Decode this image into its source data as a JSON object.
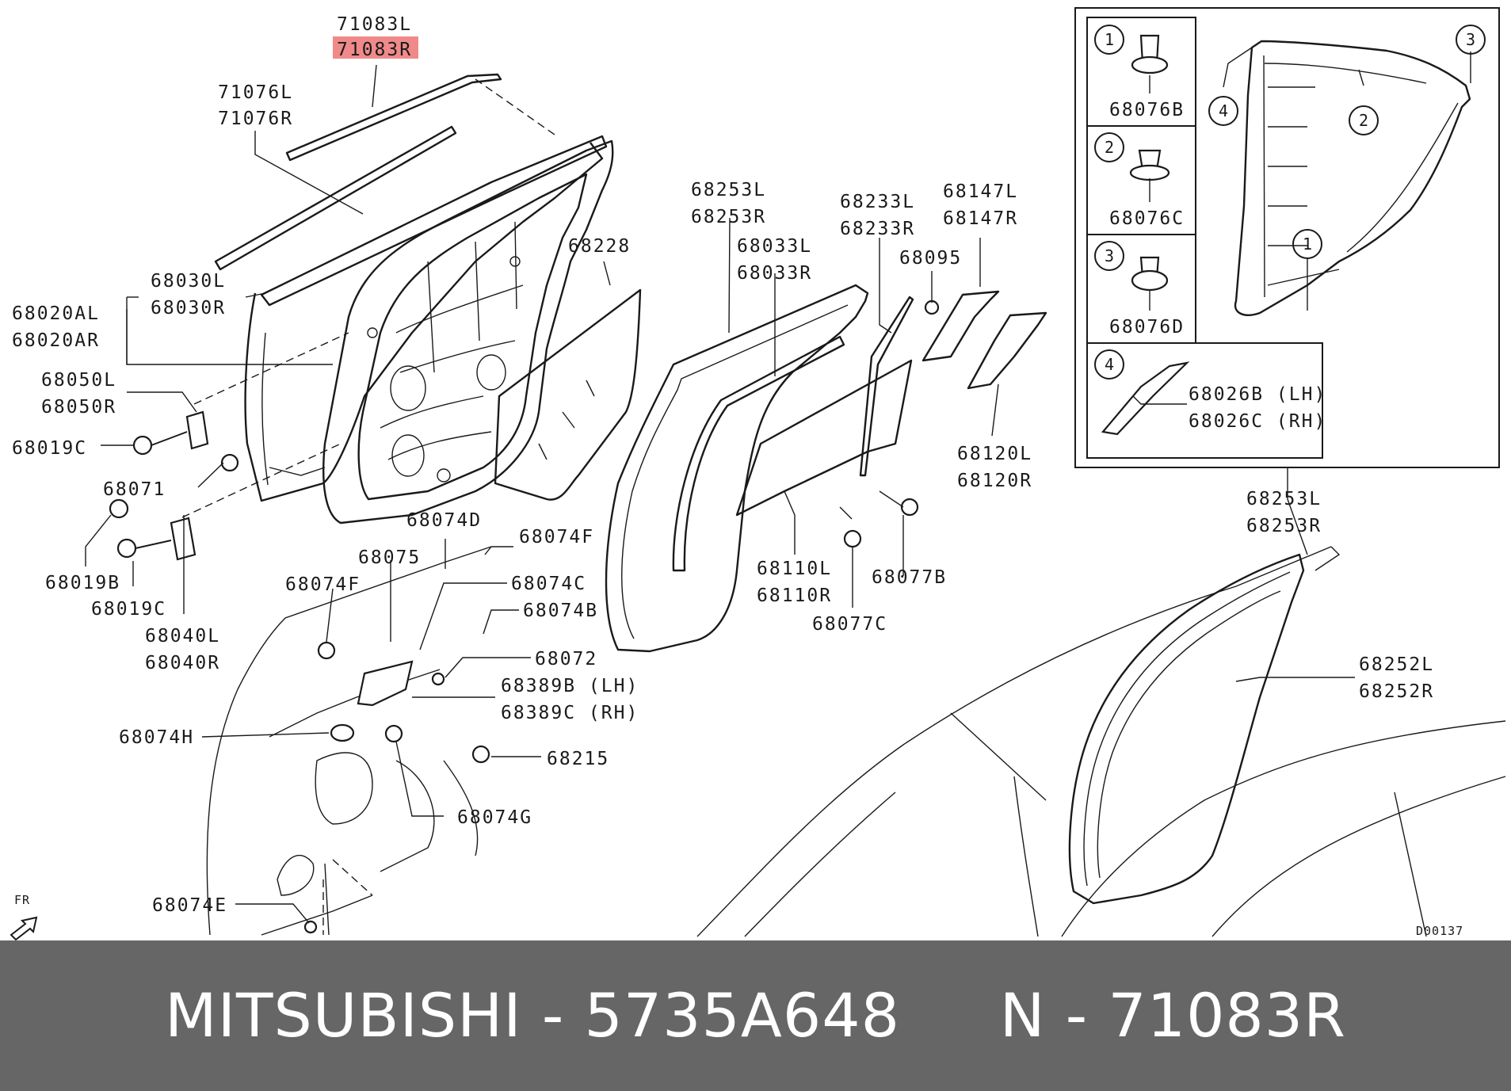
{
  "callouts": [
    {
      "id": "c71083L",
      "text": "71083L"
    },
    {
      "id": "c71083R",
      "text": "71083R",
      "highlight": true
    },
    {
      "id": "c71076L",
      "text": "71076L"
    },
    {
      "id": "c71076R",
      "text": "71076R"
    },
    {
      "id": "c68030L",
      "text": "68030L"
    },
    {
      "id": "c68030R",
      "text": "68030R"
    },
    {
      "id": "c68020AL",
      "text": "68020AL"
    },
    {
      "id": "c68020AR",
      "text": "68020AR"
    },
    {
      "id": "c68050L",
      "text": "68050L"
    },
    {
      "id": "c68050R",
      "text": "68050R"
    },
    {
      "id": "c68019C_a",
      "text": "68019C"
    },
    {
      "id": "c68071",
      "text": "68071"
    },
    {
      "id": "c68019B",
      "text": "68019B"
    },
    {
      "id": "c68019C_b",
      "text": "68019C"
    },
    {
      "id": "c68040L",
      "text": "68040L"
    },
    {
      "id": "c68040R",
      "text": "68040R"
    },
    {
      "id": "c68228",
      "text": "68228"
    },
    {
      "id": "c68253L_a",
      "text": "68253L"
    },
    {
      "id": "c68253R_a",
      "text": "68253R"
    },
    {
      "id": "c68033L",
      "text": "68033L"
    },
    {
      "id": "c68033R",
      "text": "68033R"
    },
    {
      "id": "c68233L",
      "text": "68233L"
    },
    {
      "id": "c68233R",
      "text": "68233R"
    },
    {
      "id": "c68147L",
      "text": "68147L"
    },
    {
      "id": "c68147R",
      "text": "68147R"
    },
    {
      "id": "c68095",
      "text": "68095"
    },
    {
      "id": "c68120L",
      "text": "68120L"
    },
    {
      "id": "c68120R",
      "text": "68120R"
    },
    {
      "id": "c68110L",
      "text": "68110L"
    },
    {
      "id": "c68110R",
      "text": "68110R"
    },
    {
      "id": "c68077B",
      "text": "68077B"
    },
    {
      "id": "c68077C",
      "text": "68077C"
    },
    {
      "id": "c68074D",
      "text": "68074D"
    },
    {
      "id": "c68074F_a",
      "text": "68074F"
    },
    {
      "id": "c68075",
      "text": "68075"
    },
    {
      "id": "c68074F_b",
      "text": "68074F"
    },
    {
      "id": "c68074C",
      "text": "68074C"
    },
    {
      "id": "c68074B",
      "text": "68074B"
    },
    {
      "id": "c68072",
      "text": "68072"
    },
    {
      "id": "c68389B",
      "text": "68389B (LH)"
    },
    {
      "id": "c68389C",
      "text": "68389C (RH)"
    },
    {
      "id": "c68074H",
      "text": "68074H"
    },
    {
      "id": "c68215",
      "text": "68215"
    },
    {
      "id": "c68074G",
      "text": "68074G"
    },
    {
      "id": "c68074E",
      "text": "68074E"
    },
    {
      "id": "c68253L_b",
      "text": "68253L"
    },
    {
      "id": "c68253R_b",
      "text": "68253R"
    },
    {
      "id": "c68252L",
      "text": "68252L"
    },
    {
      "id": "c68252R",
      "text": "68252R"
    }
  ],
  "inset": {
    "cells": [
      {
        "num": "1",
        "part": "68076B"
      },
      {
        "num": "2",
        "part": "68076C"
      },
      {
        "num": "3",
        "part": "68076D"
      },
      {
        "num": "4",
        "parts": [
          "68026B (LH)",
          "68026C (RH)"
        ]
      }
    ],
    "markers": [
      "1",
      "2",
      "3",
      "4"
    ]
  },
  "direction_label": "FR",
  "diagram_code": "D00137",
  "footer": {
    "brand": "MITSUBISHI",
    "separator": "-",
    "part_number": "5735A648",
    "ref_prefix": "N",
    "ref_number": "71083R"
  }
}
